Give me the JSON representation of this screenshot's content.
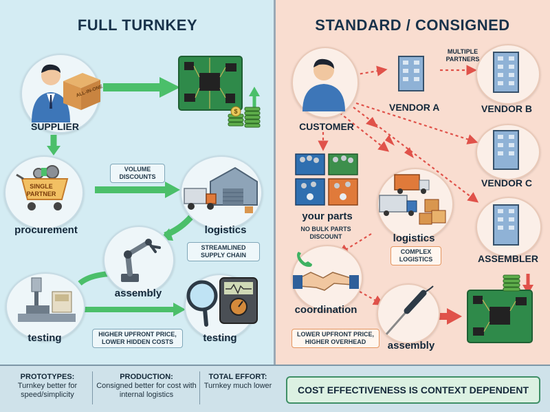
{
  "left": {
    "title": "FULL TURNKEY",
    "box_text": "ALL-IN-ONE",
    "supplier_label": "SUPPLIER",
    "cart_text": "SINGLE PARTNER",
    "procurement_label": "procurement",
    "volume_note": "VOLUME DISCOUNTS",
    "logistics_label": "logistics",
    "supply_note": "STREAMLINED SUPPLY CHAIN",
    "assembly_label": "assembly",
    "testing_left_label": "testing",
    "testing_right_label": "testing",
    "price_note": "HIGHER UPFRONT PRICE, LOWER HIDDEN COSTS"
  },
  "right": {
    "title": "STANDARD / CONSIGNED",
    "multiple_partners": "MULTIPLE PARTNERS",
    "vendor_a": "VENDOR A",
    "vendor_b": "VENDOR B",
    "vendor_c": "VENDOR C",
    "assembler": "ASSEMBLER",
    "customer_label": "CUSTOMER",
    "your_parts_label": "your parts",
    "bulk_note": "NO BULK PARTS DISCOUNT",
    "logistics_label": "logistics",
    "complex_note": "COMPLEX LOGISTICS",
    "coordination_label": "coordination",
    "price_note": "LOWER UPFRONT PRICE, HIGHER OVERHEAD",
    "assembly_label": "assembly"
  },
  "footer": {
    "prototypes_head": "PROTOTYPES:",
    "prototypes_body": "Turnkey better for speed/simplicity",
    "production_head": "PRODUCTION:",
    "production_body": "Consigned better for cost with internal logistics",
    "effort_head": "TOTAL EFFORT:",
    "effort_body": "Turnkey much lower",
    "verdict": "COST EFFECTIVENESS IS CONTEXT DEPENDENT"
  },
  "colors": {
    "left_bg": "#d4ecf3",
    "right_bg": "#f9ddd0",
    "green_arrow": "#4bbf6a",
    "red_arrow": "#e0524a",
    "pcb_green": "#2f8a4a",
    "verdict_border": "#3f8f66"
  },
  "icons": [
    "supplier-icon",
    "box-icon",
    "pcb-board-icon",
    "money-stack-icon",
    "shopping-cart-icon",
    "warehouse-truck-icon",
    "robot-arm-icon",
    "test-machine-icon",
    "magnifier-icon",
    "multimeter-icon",
    "customer-icon",
    "building-icon",
    "parts-bins-icon",
    "trucks-boxes-icon",
    "handshake-icon",
    "phone-icon",
    "soldering-iron-icon"
  ]
}
